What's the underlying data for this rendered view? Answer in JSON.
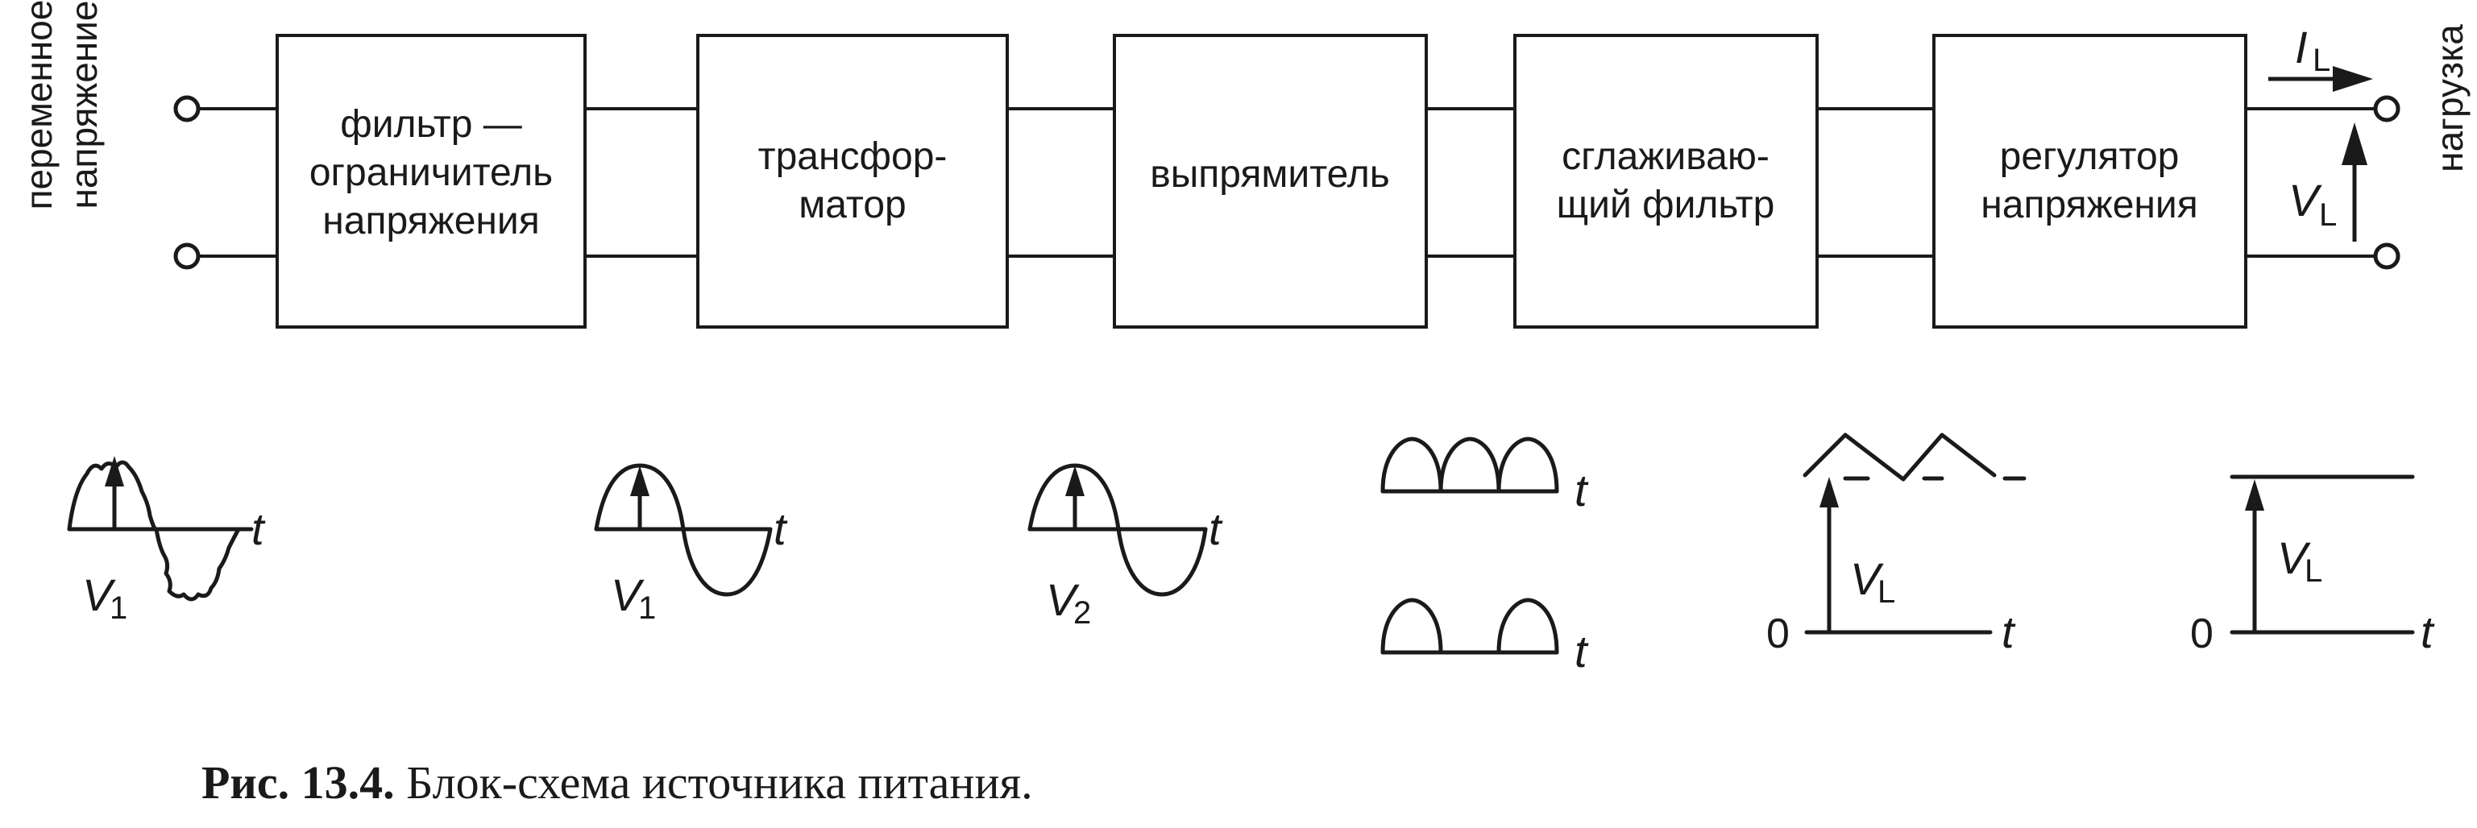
{
  "input_label": [
    "переменное",
    "напряжение"
  ],
  "output_label": "нагрузка",
  "blocks": [
    {
      "lines": [
        "фильтр —",
        "ограничитель",
        "напряжения"
      ]
    },
    {
      "lines": [
        "трансфор-",
        "матор"
      ]
    },
    {
      "lines": [
        "выпрямитель"
      ]
    },
    {
      "lines": [
        "сглаживаю-",
        "щий фильтр"
      ]
    },
    {
      "lines": [
        "регулятор",
        "напряжения"
      ]
    }
  ],
  "output_symbols": {
    "current": "I",
    "current_sub": "L",
    "voltage": "V",
    "voltage_sub": "L"
  },
  "waveforms": [
    {
      "kind": "sine-noisy",
      "label": "V",
      "sub": "1",
      "axis": "t"
    },
    {
      "kind": "sine",
      "label": "V",
      "sub": "1",
      "axis": "t"
    },
    {
      "kind": "sine",
      "label": "V",
      "sub": "2",
      "axis": "t"
    },
    {
      "kind": "rectified",
      "axis_full": "t",
      "axis_half": "t"
    },
    {
      "kind": "ripple",
      "label": "V",
      "sub": "L",
      "origin": "0",
      "axis": "t"
    },
    {
      "kind": "dc",
      "label": "V",
      "sub": "L",
      "origin": "0",
      "axis": "t"
    }
  ],
  "caption": {
    "number": "Рис. 13.4.",
    "text": " Блок-схема источника питания."
  }
}
